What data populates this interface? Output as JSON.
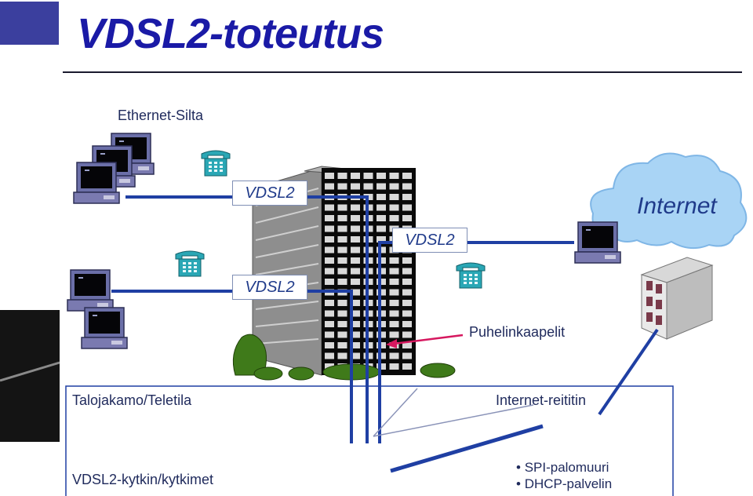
{
  "title": "VDSL2-toteutus",
  "labels": {
    "ethernet_silta": "Ethernet-Silta",
    "vdsl2_top": "VDSL2",
    "vdsl2_mid": "VDSL2",
    "vdsl2_right": "VDSL2",
    "internet": "Internet",
    "puhelinkaapelit": "Puhelinkaapelit",
    "talojakamo": "Talojakamo/Teletila",
    "internet_reititin": "Internet-reititin",
    "vdsl2_kytkin": "VDSL2-kytkin/kytkimet"
  },
  "router_features": [
    "SPI-palomuuri",
    "DHCP-palvelin"
  ],
  "colors": {
    "title": "#1a1aa6",
    "link_line": "#1f3fa3",
    "phone": "#2aa7b5",
    "cloud": "#a9d4f5",
    "arrow": "#d6185f",
    "building": "#8a8a8a",
    "bush": "#3f7a1a"
  }
}
